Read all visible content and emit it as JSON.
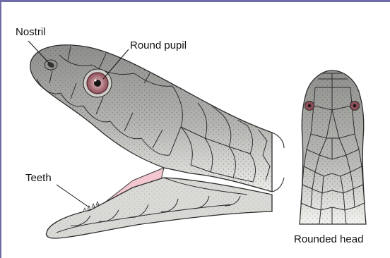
{
  "labels": {
    "nostril": "Nostril",
    "pupil": "Round pupil",
    "teeth": "Teeth",
    "caption": "Rounded head"
  },
  "colors": {
    "border": "#6f6aa8",
    "scale_fill": "#a9a9a7",
    "scale_light": "#e2e2df",
    "eye_ring": "#9b5b63",
    "mouth": "#f2c7cf"
  }
}
